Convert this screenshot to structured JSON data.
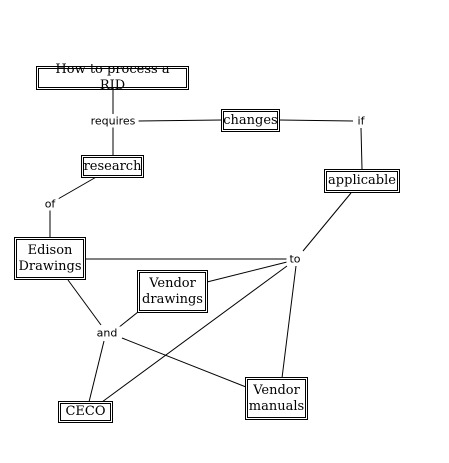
{
  "concepts": {
    "how_to_process": "How to process a RID",
    "changes": "changes",
    "research": "research",
    "applicable": "applicable",
    "edison_drawings": "Edison\nDrawings",
    "vendor_drawings": "Vendor\ndrawings",
    "ceco": "CECO",
    "vendor_manuals": "Vendor\nmanuals"
  },
  "linking_phrases": {
    "requires": "requires",
    "if": "if",
    "of": "of",
    "to": "to",
    "and": "and"
  }
}
